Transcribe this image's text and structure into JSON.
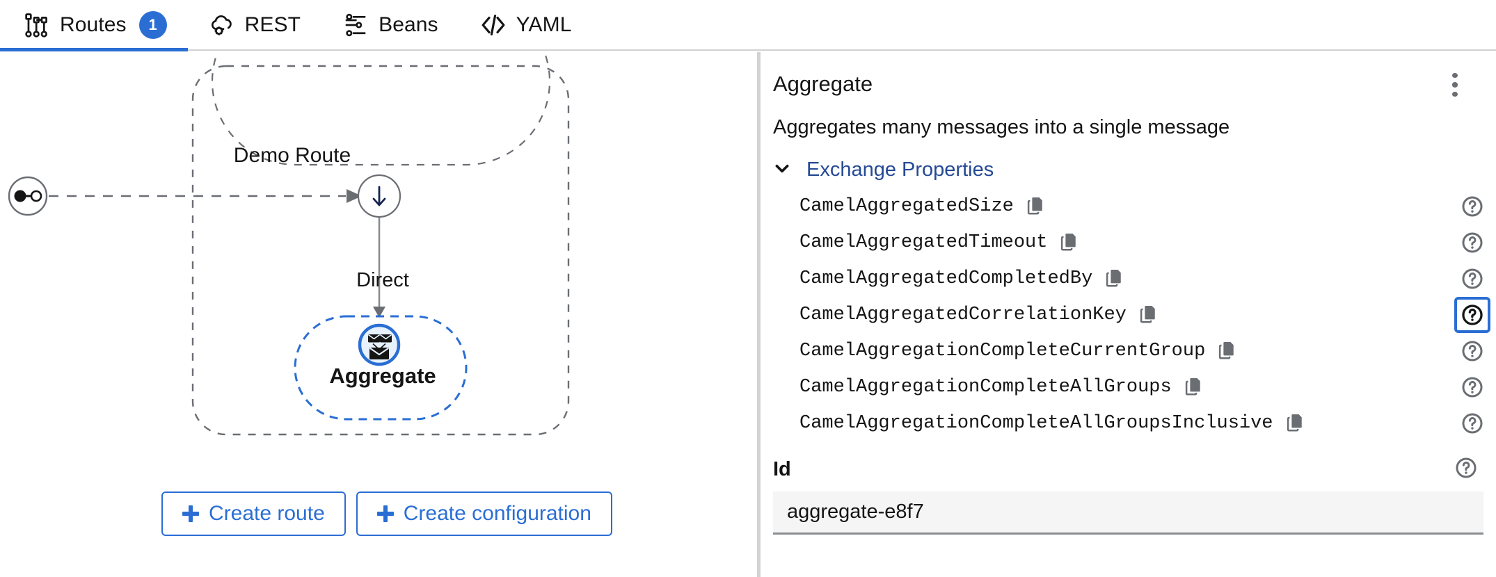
{
  "tabs": [
    {
      "id": "routes",
      "label": "Routes",
      "icon": "routes-topology-icon",
      "badge": "1",
      "active": true
    },
    {
      "id": "rest",
      "label": "REST",
      "icon": "cloud-gear-icon",
      "badge": null,
      "active": false
    },
    {
      "id": "beans",
      "label": "Beans",
      "icon": "sliders-icon",
      "badge": null,
      "active": false
    },
    {
      "id": "yaml",
      "label": "YAML",
      "icon": "code-brackets-icon",
      "badge": null,
      "active": false
    }
  ],
  "canvas": {
    "route_group_label": "Demo Route",
    "start_node": {
      "icon": "source-endpoint-icon"
    },
    "nodes": [
      {
        "id": "direct",
        "label": "Direct",
        "icon": "arrow-down-icon",
        "selected": false
      },
      {
        "id": "aggregate",
        "label": "Aggregate",
        "icon": "aggregate-envelopes-icon",
        "selected": true
      }
    ],
    "buttons": [
      {
        "id": "create-route",
        "label": "Create route",
        "icon": "plus-icon"
      },
      {
        "id": "create-configuration",
        "label": "Create configuration",
        "icon": "plus-icon"
      }
    ]
  },
  "panel": {
    "title": "Aggregate",
    "menu_icon": "kebab-menu-icon",
    "description": "Aggregates many messages into a single message",
    "section": {
      "label": "Exchange Properties",
      "expanded": true,
      "chevron_icon": "chevron-down-icon"
    },
    "properties": [
      {
        "name": "CamelAggregatedSize",
        "copy_icon": "copy-icon",
        "help_icon": "help-circle-icon",
        "help_focused": false
      },
      {
        "name": "CamelAggregatedTimeout",
        "copy_icon": "copy-icon",
        "help_icon": "help-circle-icon",
        "help_focused": false
      },
      {
        "name": "CamelAggregatedCompletedBy",
        "copy_icon": "copy-icon",
        "help_icon": "help-circle-icon",
        "help_focused": false
      },
      {
        "name": "CamelAggregatedCorrelationKey",
        "copy_icon": "copy-icon",
        "help_icon": "help-circle-icon",
        "help_focused": true
      },
      {
        "name": "CamelAggregationCompleteCurrentGroup",
        "copy_icon": "copy-icon",
        "help_icon": "help-circle-icon",
        "help_focused": false
      },
      {
        "name": "CamelAggregationCompleteAllGroups",
        "copy_icon": "copy-icon",
        "help_icon": "help-circle-icon",
        "help_focused": false
      },
      {
        "name": "CamelAggregationCompleteAllGroupsInclusive",
        "copy_icon": "copy-icon",
        "help_icon": "help-circle-icon",
        "help_focused": false
      }
    ],
    "id_field": {
      "label": "Id",
      "value": "aggregate-e8f7",
      "placeholder": "",
      "help_icon": "help-circle-icon"
    }
  },
  "colors": {
    "accent_blue": "#2a6ed4",
    "link_blue": "#254a94",
    "text": "#151515",
    "border_gray": "#d2d2d2",
    "icon_gray": "#6a6e73",
    "input_bg": "#f5f5f5"
  }
}
